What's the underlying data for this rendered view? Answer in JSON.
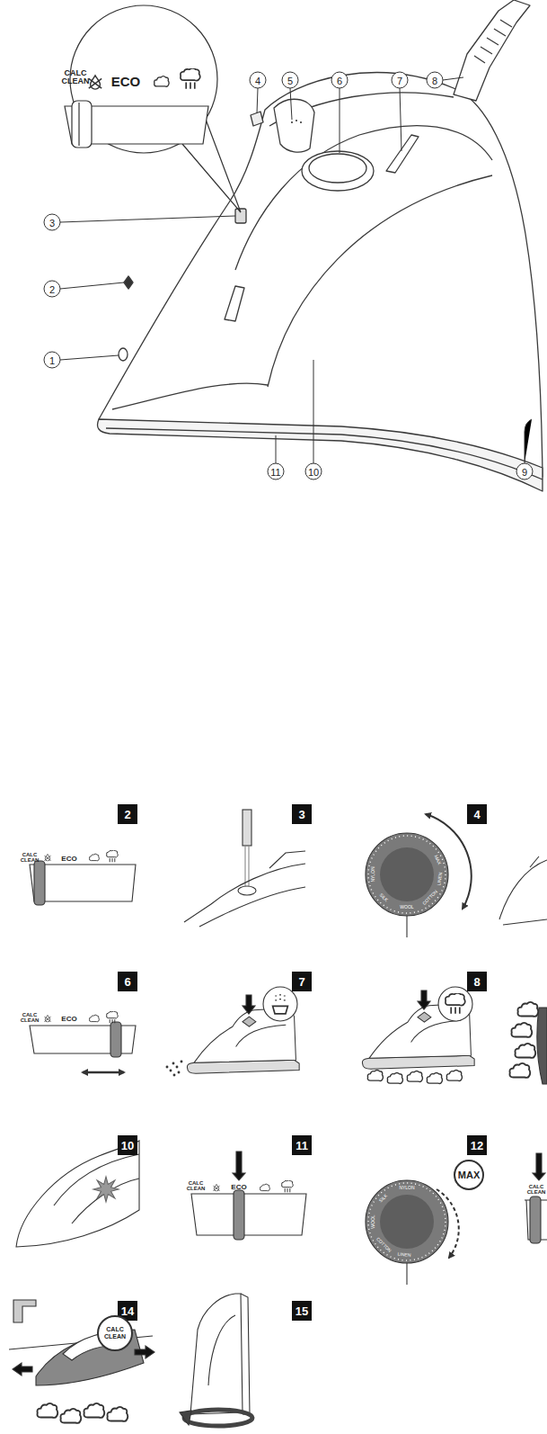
{
  "diagram": {
    "labels": [
      "CALC CLEAN",
      "ECO",
      "1",
      "2",
      "3",
      "4",
      "5",
      "6",
      "7",
      "8",
      "9",
      "10",
      "11",
      "2",
      "CALC CLEAN",
      "ECO",
      "3",
      "4",
      "NYLON",
      "SILK",
      "WOOL",
      "COTTON",
      "LINEN",
      "MAX",
      "6",
      "CALC CLEAN",
      "ECO",
      "7",
      "8",
      "10",
      "11",
      "CALC CLEAN",
      "ECO",
      "12",
      "MAX",
      "NYLON",
      "SILK",
      "WOOL",
      "COTTON",
      "LINEN",
      "CALC CLEAN",
      "14",
      "CALC CLEAN",
      "15"
    ]
  }
}
